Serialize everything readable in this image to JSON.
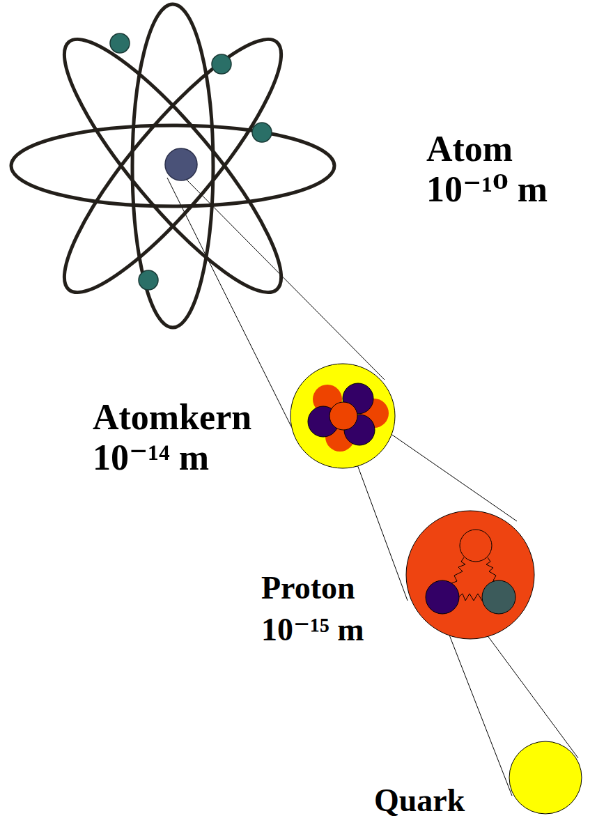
{
  "diagram": {
    "labels": [
      "Atom",
      "10⁻¹⁰ m",
      "Atomkern",
      "10⁻¹⁴ m",
      "Proton",
      "10⁻¹⁵ m",
      "Quark"
    ]
  }
}
